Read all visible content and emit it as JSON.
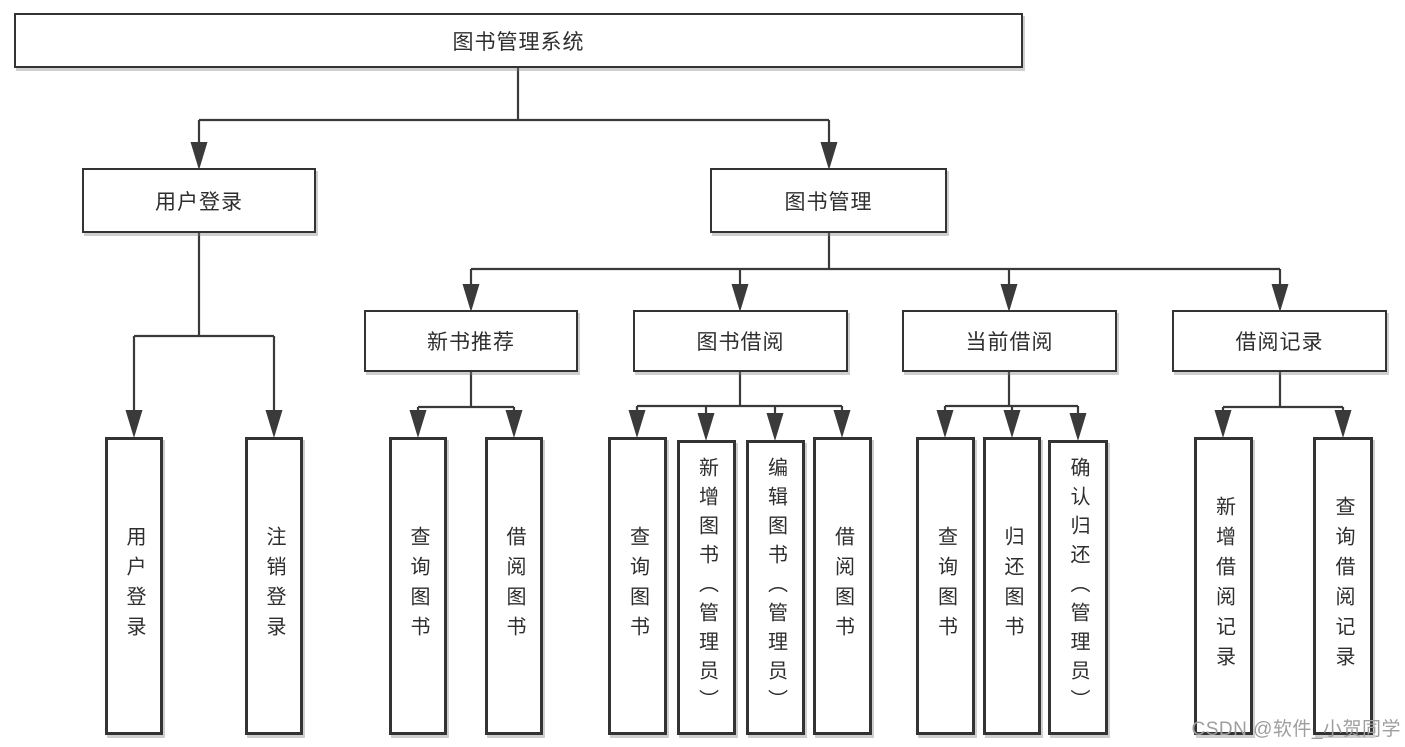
{
  "diagram": {
    "type": "hierarchy-tree",
    "tree": {
      "label": "图书管理系统",
      "children": [
        {
          "label": "用户登录",
          "children": [
            {
              "label": "用户登录"
            },
            {
              "label": "注销登录"
            }
          ]
        },
        {
          "label": "图书管理",
          "children": [
            {
              "label": "新书推荐",
              "children": [
                {
                  "label": "查询图书"
                },
                {
                  "label": "借阅图书"
                }
              ]
            },
            {
              "label": "图书借阅",
              "children": [
                {
                  "label": "查询图书"
                },
                {
                  "label": "新增图书（管理员）"
                },
                {
                  "label": "编辑图书（管理员）"
                },
                {
                  "label": "借阅图书"
                }
              ]
            },
            {
              "label": "当前借阅",
              "children": [
                {
                  "label": "查询图书"
                },
                {
                  "label": "归还图书"
                },
                {
                  "label": "确认归还（管理员）"
                }
              ]
            },
            {
              "label": "借阅记录",
              "children": [
                {
                  "label": "新增借阅记录"
                },
                {
                  "label": "查询借阅记录"
                }
              ]
            }
          ]
        }
      ]
    },
    "watermark": {
      "text": "CSDN @软件_小贺同学"
    },
    "colors": {
      "line": "#3a3a3a",
      "box_border": "#333333",
      "text": "#2e2e2e",
      "background": "#ffffff",
      "watermark": "#9e9e9e"
    }
  }
}
